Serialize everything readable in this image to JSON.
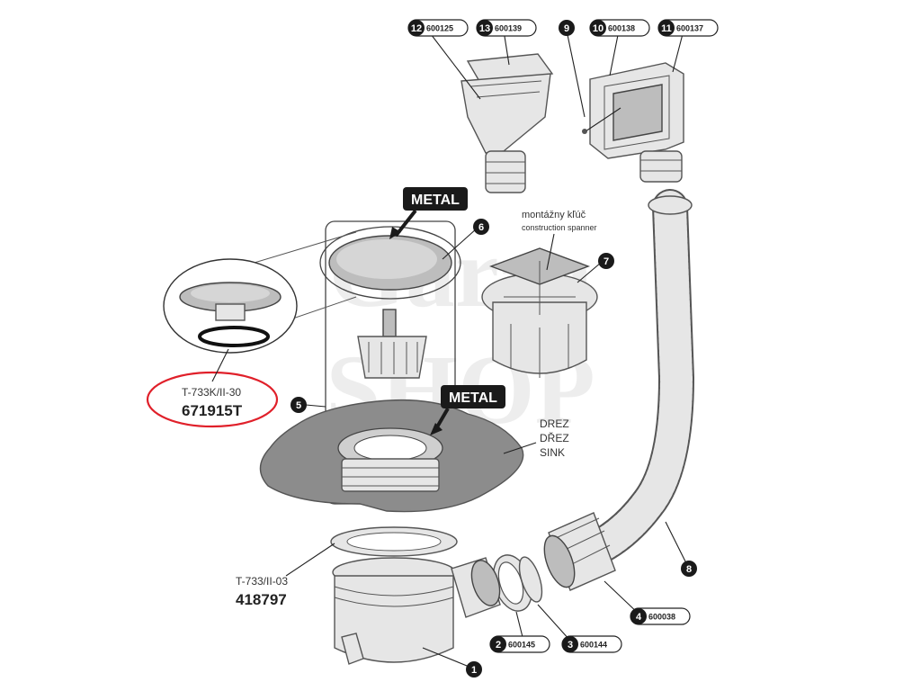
{
  "watermark": {
    "line1": "Garza",
    "line2": "SHOP"
  },
  "callouts": {
    "metal_top": "METAL",
    "metal_mid": "METAL",
    "spanner_sk": "montážny kľúč",
    "spanner_en": "construction spanner",
    "sink_sk": "DREZ",
    "sink_cz": "DŘEZ",
    "sink_en": "SINK"
  },
  "highlight": {
    "model": "T-733K/II-30",
    "code": "671915T",
    "color": "#e0202a"
  },
  "main_product": {
    "model": "T-733/II-03",
    "code": "418797"
  },
  "part_labels": [
    {
      "num": "1",
      "code": ""
    },
    {
      "num": "2",
      "code": "600145"
    },
    {
      "num": "3",
      "code": "600144"
    },
    {
      "num": "4",
      "code": "600038"
    },
    {
      "num": "5",
      "code": ""
    },
    {
      "num": "6",
      "code": ""
    },
    {
      "num": "7",
      "code": ""
    },
    {
      "num": "8",
      "code": ""
    },
    {
      "num": "9",
      "code": ""
    },
    {
      "num": "10",
      "code": "600138"
    },
    {
      "num": "11",
      "code": "600137"
    },
    {
      "num": "12",
      "code": "600125"
    },
    {
      "num": "13",
      "code": "600139"
    }
  ],
  "colors": {
    "badge": "#1a1a1a",
    "part_fill": "#e6e6e6",
    "outline": "#555555"
  }
}
